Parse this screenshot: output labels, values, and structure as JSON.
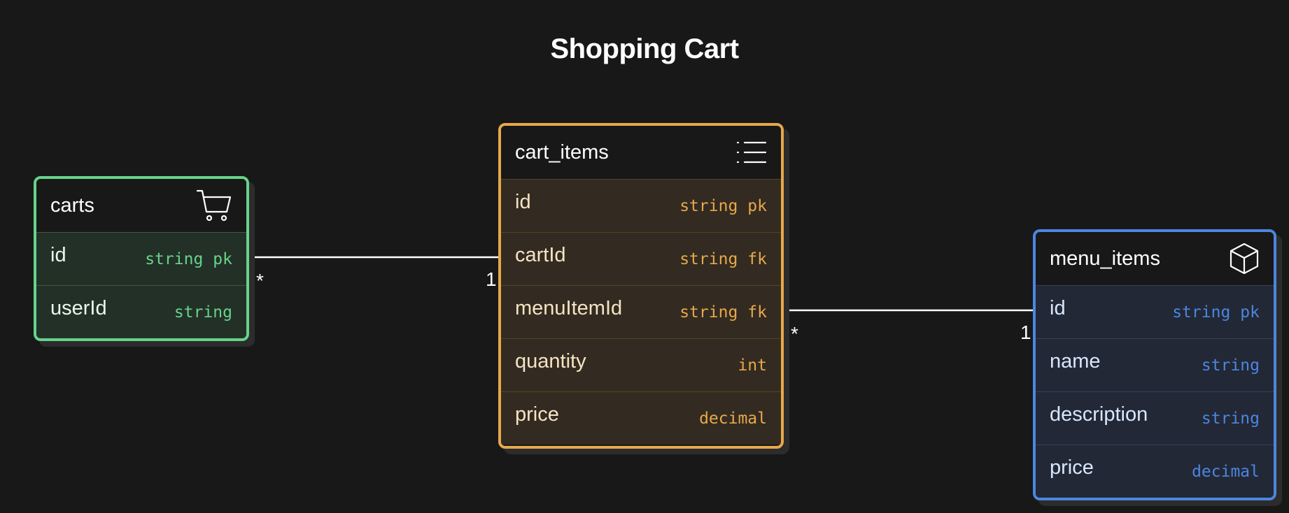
{
  "title": "Shopping Cart",
  "colors": {
    "background": "#181818",
    "carts": "#67d38a",
    "cart_items": "#e7a84b",
    "menu_items": "#4c86e0"
  },
  "tables": {
    "carts": {
      "name": "carts",
      "icon": "cart-icon",
      "fields": [
        {
          "name": "id",
          "type": "string",
          "key": "pk"
        },
        {
          "name": "userId",
          "type": "string",
          "key": ""
        }
      ]
    },
    "cart_items": {
      "name": "cart_items",
      "icon": "list-icon",
      "fields": [
        {
          "name": "id",
          "type": "string",
          "key": "pk"
        },
        {
          "name": "cartId",
          "type": "string",
          "key": "fk"
        },
        {
          "name": "menuItemId",
          "type": "string",
          "key": "fk"
        },
        {
          "name": "quantity",
          "type": "int",
          "key": ""
        },
        {
          "name": "price",
          "type": "decimal",
          "key": ""
        }
      ]
    },
    "menu_items": {
      "name": "menu_items",
      "icon": "cube-icon",
      "fields": [
        {
          "name": "id",
          "type": "string",
          "key": "pk"
        },
        {
          "name": "name",
          "type": "string",
          "key": ""
        },
        {
          "name": "description",
          "type": "string",
          "key": ""
        },
        {
          "name": "price",
          "type": "decimal",
          "key": ""
        }
      ]
    }
  },
  "relations": [
    {
      "from": "carts.id",
      "to": "cart_items.cartId",
      "from_mult": "*",
      "to_mult": "1"
    },
    {
      "from": "cart_items.menuItemId",
      "to": "menu_items.id",
      "from_mult": "*",
      "to_mult": "1"
    }
  ]
}
